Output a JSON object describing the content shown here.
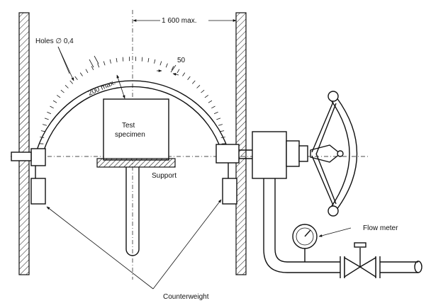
{
  "labels": {
    "holes": "Holes ∅ 0,4",
    "width": "1 600 max.",
    "spacing": "50",
    "clearance": "200 max.",
    "test_specimen_line1": "Test",
    "test_specimen_line2": "specimen",
    "support": "Support",
    "flow_meter": "Flow meter",
    "counterweight": "Counterweight"
  },
  "colors": {
    "ink": "#111111",
    "background": "#ffffff"
  },
  "components": {
    "walls": "hatched-wall",
    "arc": "perforated-spray-arc",
    "handwheel": "handwheel",
    "valve": "gate-valve",
    "gauge": "flow-meter-gauge"
  }
}
